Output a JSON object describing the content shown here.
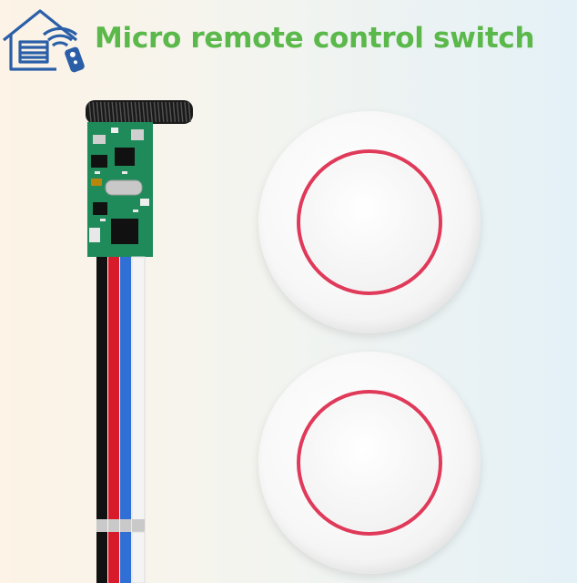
{
  "header": {
    "title": "Micro remote control switch"
  },
  "colors": {
    "title_green": "#5bb84a",
    "logo_blue": "#2a5fa8",
    "ring_red": "#e03a5a",
    "pcb_green": "#1f8a5a",
    "antenna_black": "#1a1a1a",
    "wire_black": "#111111",
    "wire_red": "#d81b2a",
    "wire_blue": "#2f6fd6",
    "wire_white": "#f4f4f4"
  },
  "icons": {
    "logo": "smart-home-wifi-icon"
  },
  "products": {
    "receiver": "remote-receiver-module",
    "buttons": [
      "wireless-button-1",
      "wireless-button-2"
    ]
  }
}
